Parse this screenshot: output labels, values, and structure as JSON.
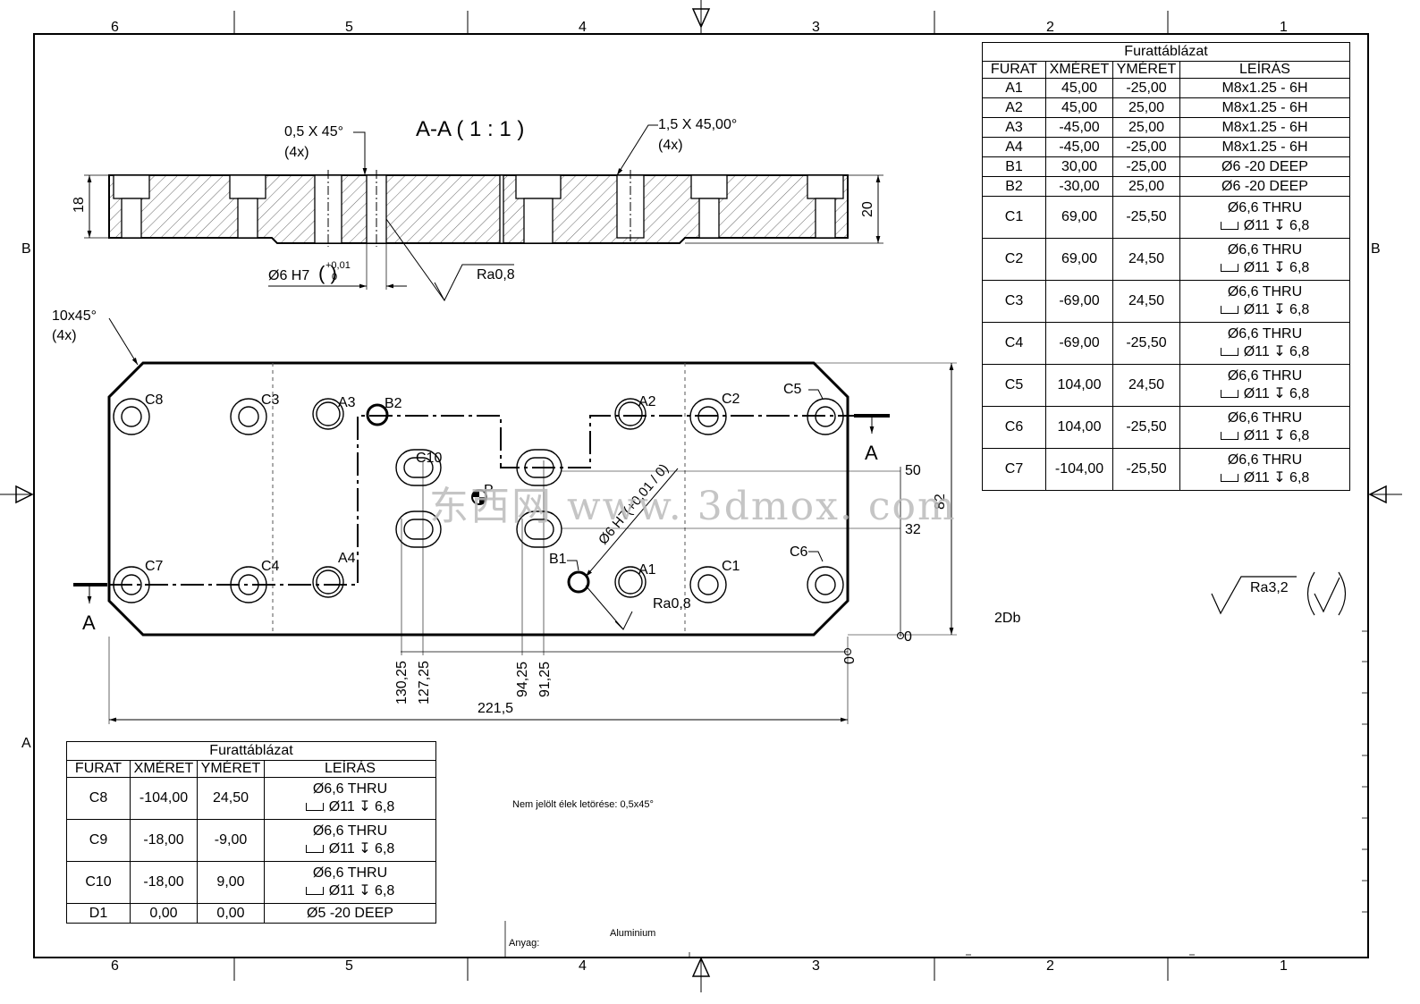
{
  "frame": {
    "top_zones": [
      "6",
      "5",
      "4",
      "3",
      "2",
      "1"
    ],
    "bottom_zones": [
      "6",
      "5",
      "4",
      "3",
      "2",
      "1"
    ],
    "side_zones": [
      "B",
      "A"
    ]
  },
  "section": {
    "title": "A-A ( 1 : 1 )",
    "chamfer_left": "0,5 X 45°",
    "chamfer_left_count": "(4x)",
    "chamfer_right": "1,5 X 45,00°",
    "chamfer_right_count": "(4x)",
    "dim_left": "18",
    "dim_right": "20",
    "hole_fit": "Ø6 H7",
    "hole_tol_upper": "+0,01",
    "hole_tol_lower": "0",
    "roughness": "Ra0,8"
  },
  "plan": {
    "corner_chamfer": "10x45°",
    "corner_chamfer_count": "(4x)",
    "section_mark": "A",
    "hole_labels": [
      "C8",
      "C3",
      "A3",
      "B2",
      "A2",
      "C2",
      "C5",
      "C10",
      "C7",
      "C4",
      "A4",
      "B1",
      "A1",
      "C1",
      "C6"
    ],
    "datum_label": "P",
    "fit_callout": "Ø6 H7(+0,01 / 0)",
    "roughness": "Ra0,8",
    "ordinates_vertical": [
      "50",
      "32",
      "0",
      "82"
    ],
    "ordinates_horizontal": [
      "130,25",
      "127,25",
      "94,25",
      "91,25",
      "0"
    ],
    "overall_length": "221,5"
  },
  "tables": {
    "right": {
      "caption": "Furattáblázat",
      "headers": [
        "FURAT",
        "XMÉRET",
        "YMÉRET",
        "LEÍRÁS"
      ],
      "rows": [
        {
          "id": "A1",
          "x": "45,00",
          "y": "-25,00",
          "d1": "M8x1.25 - 6H",
          "d2": ""
        },
        {
          "id": "A2",
          "x": "45,00",
          "y": "25,00",
          "d1": "M8x1.25 - 6H",
          "d2": ""
        },
        {
          "id": "A3",
          "x": "-45,00",
          "y": "25,00",
          "d1": "M8x1.25 - 6H",
          "d2": ""
        },
        {
          "id": "A4",
          "x": "-45,00",
          "y": "-25,00",
          "d1": "M8x1.25 - 6H",
          "d2": ""
        },
        {
          "id": "B1",
          "x": "30,00",
          "y": "-25,00",
          "d1": "Ø6 -20 DEEP",
          "d2": ""
        },
        {
          "id": "B2",
          "x": "-30,00",
          "y": "25,00",
          "d1": "Ø6 -20 DEEP",
          "d2": ""
        },
        {
          "id": "C1",
          "x": "69,00",
          "y": "-25,50",
          "d1": "Ø6,6 THRU",
          "d2": "Ø11 ↧ 6,8"
        },
        {
          "id": "C2",
          "x": "69,00",
          "y": "24,50",
          "d1": "Ø6,6 THRU",
          "d2": "Ø11 ↧ 6,8"
        },
        {
          "id": "C3",
          "x": "-69,00",
          "y": "24,50",
          "d1": "Ø6,6 THRU",
          "d2": "Ø11 ↧ 6,8"
        },
        {
          "id": "C4",
          "x": "-69,00",
          "y": "-25,50",
          "d1": "Ø6,6 THRU",
          "d2": "Ø11 ↧ 6,8"
        },
        {
          "id": "C5",
          "x": "104,00",
          "y": "24,50",
          "d1": "Ø6,6 THRU",
          "d2": "Ø11 ↧ 6,8"
        },
        {
          "id": "C6",
          "x": "104,00",
          "y": "-25,50",
          "d1": "Ø6,6 THRU",
          "d2": "Ø11 ↧ 6,8"
        },
        {
          "id": "C7",
          "x": "-104,00",
          "y": "-25,50",
          "d1": "Ø6,6 THRU",
          "d2": "Ø11 ↧ 6,8"
        }
      ]
    },
    "left": {
      "caption": "Furattáblázat",
      "headers": [
        "FURAT",
        "XMÉRET",
        "YMÉRET",
        "LEÍRÁS"
      ],
      "rows": [
        {
          "id": "C8",
          "x": "-104,00",
          "y": "24,50",
          "d1": "Ø6,6 THRU",
          "d2": "Ø11 ↧ 6,8"
        },
        {
          "id": "C9",
          "x": "-18,00",
          "y": "-9,00",
          "d1": "Ø6,6 THRU",
          "d2": "Ø11 ↧ 6,8"
        },
        {
          "id": "C10",
          "x": "-18,00",
          "y": "9,00",
          "d1": "Ø6,6 THRU",
          "d2": "Ø11 ↧ 6,8"
        },
        {
          "id": "D1",
          "x": "0,00",
          "y": "0,00",
          "d1": "Ø5 -20 DEEP",
          "d2": ""
        }
      ]
    }
  },
  "general_roughness": "Ra3,2",
  "quantity": "2Db",
  "edge_note": "Nem jelölt élek letörése: 0,5x45°",
  "material_label": "Anyag:",
  "material": "Aluminium",
  "watermark": "东西网 www. 3dmox. com"
}
